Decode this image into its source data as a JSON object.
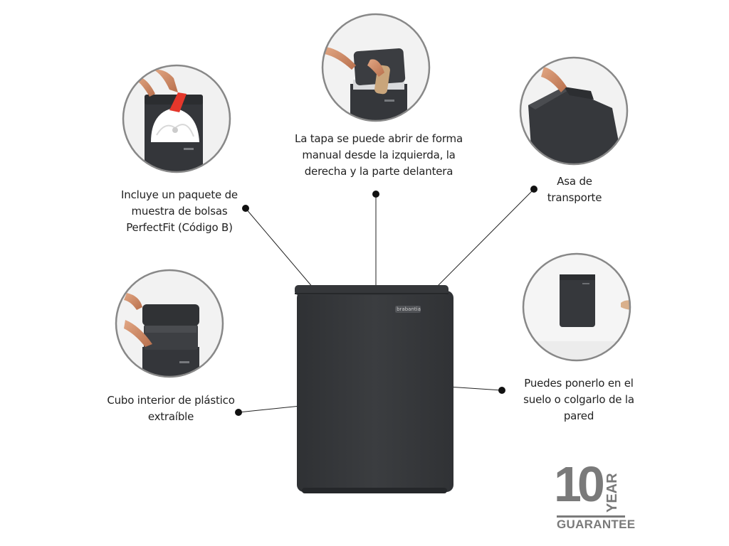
{
  "product": {
    "brand": "brabantia",
    "color": "#3a3c3f"
  },
  "callouts": {
    "bags": {
      "lines": [
        "Incluye un paquete de",
        "muestra de bolsas",
        "PerfectFit (Código B)"
      ]
    },
    "lid": {
      "lines": [
        "La tapa se puede abrir de forma",
        "manual desde la izquierda, la",
        "derecha y la parte delantera"
      ]
    },
    "handle": {
      "lines": [
        "Asa de",
        "transporte"
      ]
    },
    "inner_bucket": {
      "lines": [
        "Cubo interior de plástico",
        "extraíble"
      ]
    },
    "mount": {
      "lines": [
        "Puedes ponerlo en el",
        "suelo o colgarlo de la",
        "pared"
      ]
    }
  },
  "guarantee": {
    "number": "10",
    "unit": "YEAR",
    "word": "GUARANTEE",
    "color": "#7a7a7a"
  }
}
